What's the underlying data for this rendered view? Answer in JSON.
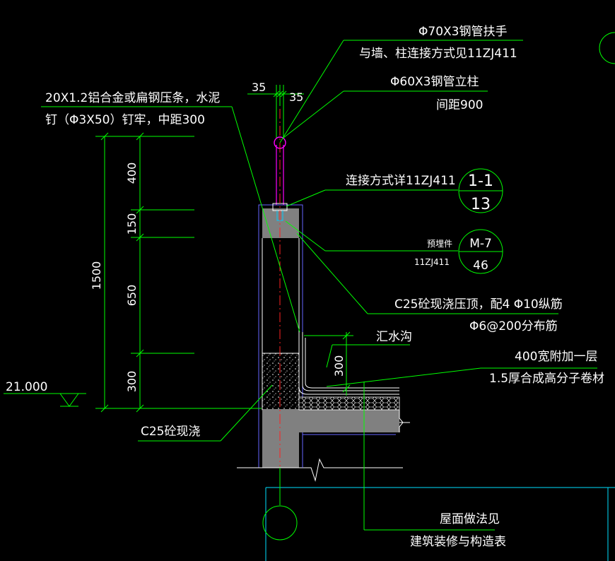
{
  "annotations": {
    "handrail": "Φ70X3钢管扶手",
    "handrail_note": "与墙、柱连接方式见11ZJ411",
    "post": "Φ60X3钢管立柱",
    "post_spacing": "间距900",
    "strip_line1": "20X1.2铝合金或扁钢压条，水泥",
    "strip_line2": "钉（Φ3X50）钉牢，中距300",
    "connection": "连接方式详11ZJ411",
    "detail_top": "1-1",
    "detail_bottom": "13",
    "embed_label": "预埋件",
    "embed_ref": "11ZJ411",
    "embed_top": "M-7",
    "embed_bottom": "46",
    "coping": "C25砼现浇压顶，配4 Φ10纵筋",
    "coping_dist": "Φ6@200分布筋",
    "gutter": "汇水沟",
    "extra_layer": "400宽附加一层",
    "membrane": "1.5厚合成高分子卷材",
    "concrete": "C25砼现浇",
    "roof_line1": "屋面做法见",
    "roof_line2": "建筑装修与构造表",
    "elevation": "21.000"
  },
  "dimensions": {
    "total": "1500",
    "d1": "400",
    "d2": "150",
    "d3": "650",
    "d4": "300",
    "gutter_depth": "300",
    "left_35": "35",
    "right_35": "35"
  },
  "colors": {
    "background": "#000000",
    "leader": "#00ff00",
    "text": "#ffffff",
    "railing": "#ff00ff",
    "axis": "#ff0000",
    "outline": "#6666ff",
    "fill_gray": "#808080"
  }
}
